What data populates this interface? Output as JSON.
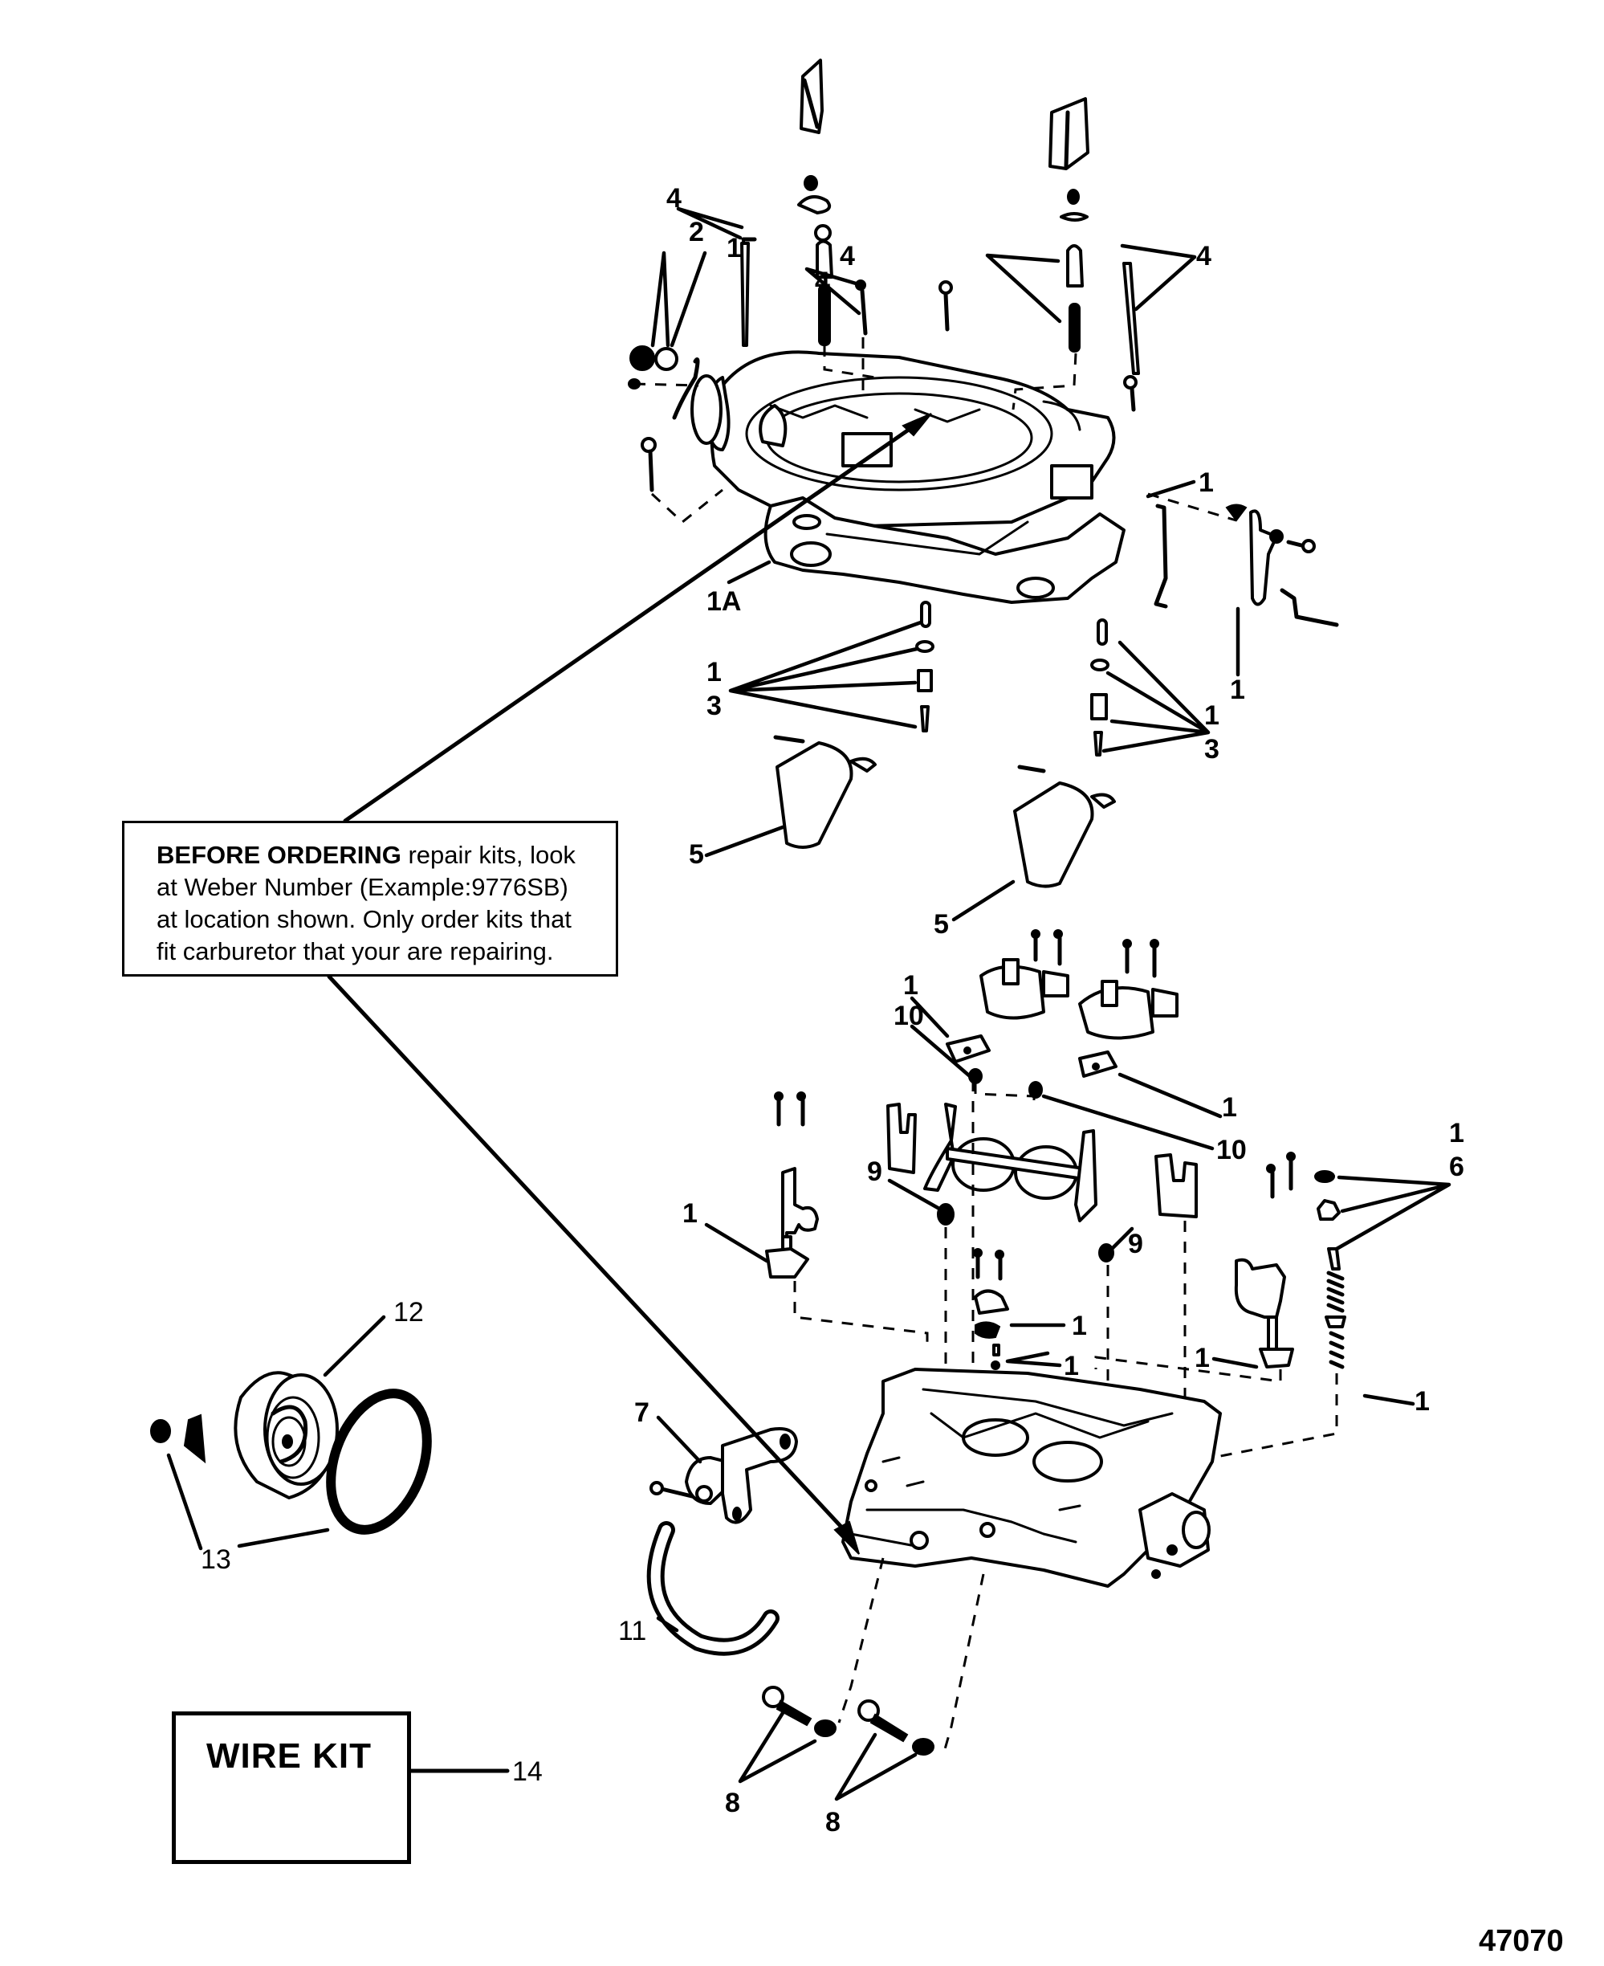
{
  "diagram": {
    "title": "Weber Carburetor Exploded View",
    "figure_number": "47070",
    "note": {
      "bold_lead": "BEFORE ORDERING",
      "line1_rest": " repair kits, look",
      "line2": "at Weber Number (Example:9776SB)",
      "line3": "at location shown. Only order kits that",
      "line4": "fit carburetor that your are repairing."
    },
    "wire_kit": {
      "label": "WIRE KIT",
      "callout": "14"
    },
    "callouts": [
      {
        "id": "c-2",
        "text": "2",
        "part": "fitting"
      },
      {
        "id": "c-1-top-left",
        "text": "1",
        "part": "gasket"
      },
      {
        "id": "c-4-a",
        "text": "4",
        "part": "pump-rod-clip"
      },
      {
        "id": "c-4-b",
        "text": "4",
        "part": "metering-rod-spring"
      },
      {
        "id": "c-4-c",
        "text": "4",
        "part": "metering-rod"
      },
      {
        "id": "c-4-d",
        "text": "4",
        "part": "metering-rod-pin"
      },
      {
        "id": "c-1-right",
        "text": "1",
        "part": "choke-linkage"
      },
      {
        "id": "c-1A",
        "text": "1A",
        "part": "air-horn-gasket"
      },
      {
        "id": "c-1-lever",
        "text": "1",
        "part": "fast-idle-lever"
      },
      {
        "id": "c-1-3-left-a",
        "text": "1",
        "part": "needle-seat"
      },
      {
        "id": "c-1-3-left-b",
        "text": "3",
        "part": "needle-seat"
      },
      {
        "id": "c-1-3-right-a",
        "text": "1",
        "part": "needle-seat"
      },
      {
        "id": "c-1-3-right-b",
        "text": "3",
        "part": "needle-seat"
      },
      {
        "id": "c-5-left",
        "text": "5",
        "part": "float"
      },
      {
        "id": "c-5-right",
        "text": "5",
        "part": "float"
      },
      {
        "id": "c-1-pump-left",
        "text": "1",
        "part": "step-up-gasket"
      },
      {
        "id": "c-10-left",
        "text": "10",
        "part": "jet"
      },
      {
        "id": "c-1-pump-right",
        "text": "1",
        "part": "step-up-gasket"
      },
      {
        "id": "c-10-right",
        "text": "10",
        "part": "jet"
      },
      {
        "id": "c-1-6-a",
        "text": "1",
        "part": "idle-screw-washer"
      },
      {
        "id": "c-1-6-b",
        "text": "6",
        "part": "idle-speed-screw"
      },
      {
        "id": "c-9-left",
        "text": "9",
        "part": "primary-jet"
      },
      {
        "id": "c-9-right",
        "text": "9",
        "part": "primary-jet"
      },
      {
        "id": "c-1-mid-left",
        "text": "1",
        "part": "gasket"
      },
      {
        "id": "c-1-mid-a",
        "text": "1",
        "part": "check-ball-gasket"
      },
      {
        "id": "c-1-mid-b",
        "text": "1",
        "part": "check-ball"
      },
      {
        "id": "c-1-mid-right",
        "text": "1",
        "part": "gasket"
      },
      {
        "id": "c-1-spring",
        "text": "1",
        "part": "spring"
      },
      {
        "id": "c-7",
        "text": "7",
        "part": "pull-off-diaphragm"
      },
      {
        "id": "c-11",
        "text": "11",
        "part": "vacuum-hose"
      },
      {
        "id": "c-12",
        "text": "12",
        "part": "choke-thermostat"
      },
      {
        "id": "c-13",
        "text": "13",
        "part": "retainer-screw-gasket"
      },
      {
        "id": "c-8-left",
        "text": "8",
        "part": "idle-mixture-screw"
      },
      {
        "id": "c-8-right",
        "text": "8",
        "part": "idle-mixture-screw"
      }
    ]
  }
}
